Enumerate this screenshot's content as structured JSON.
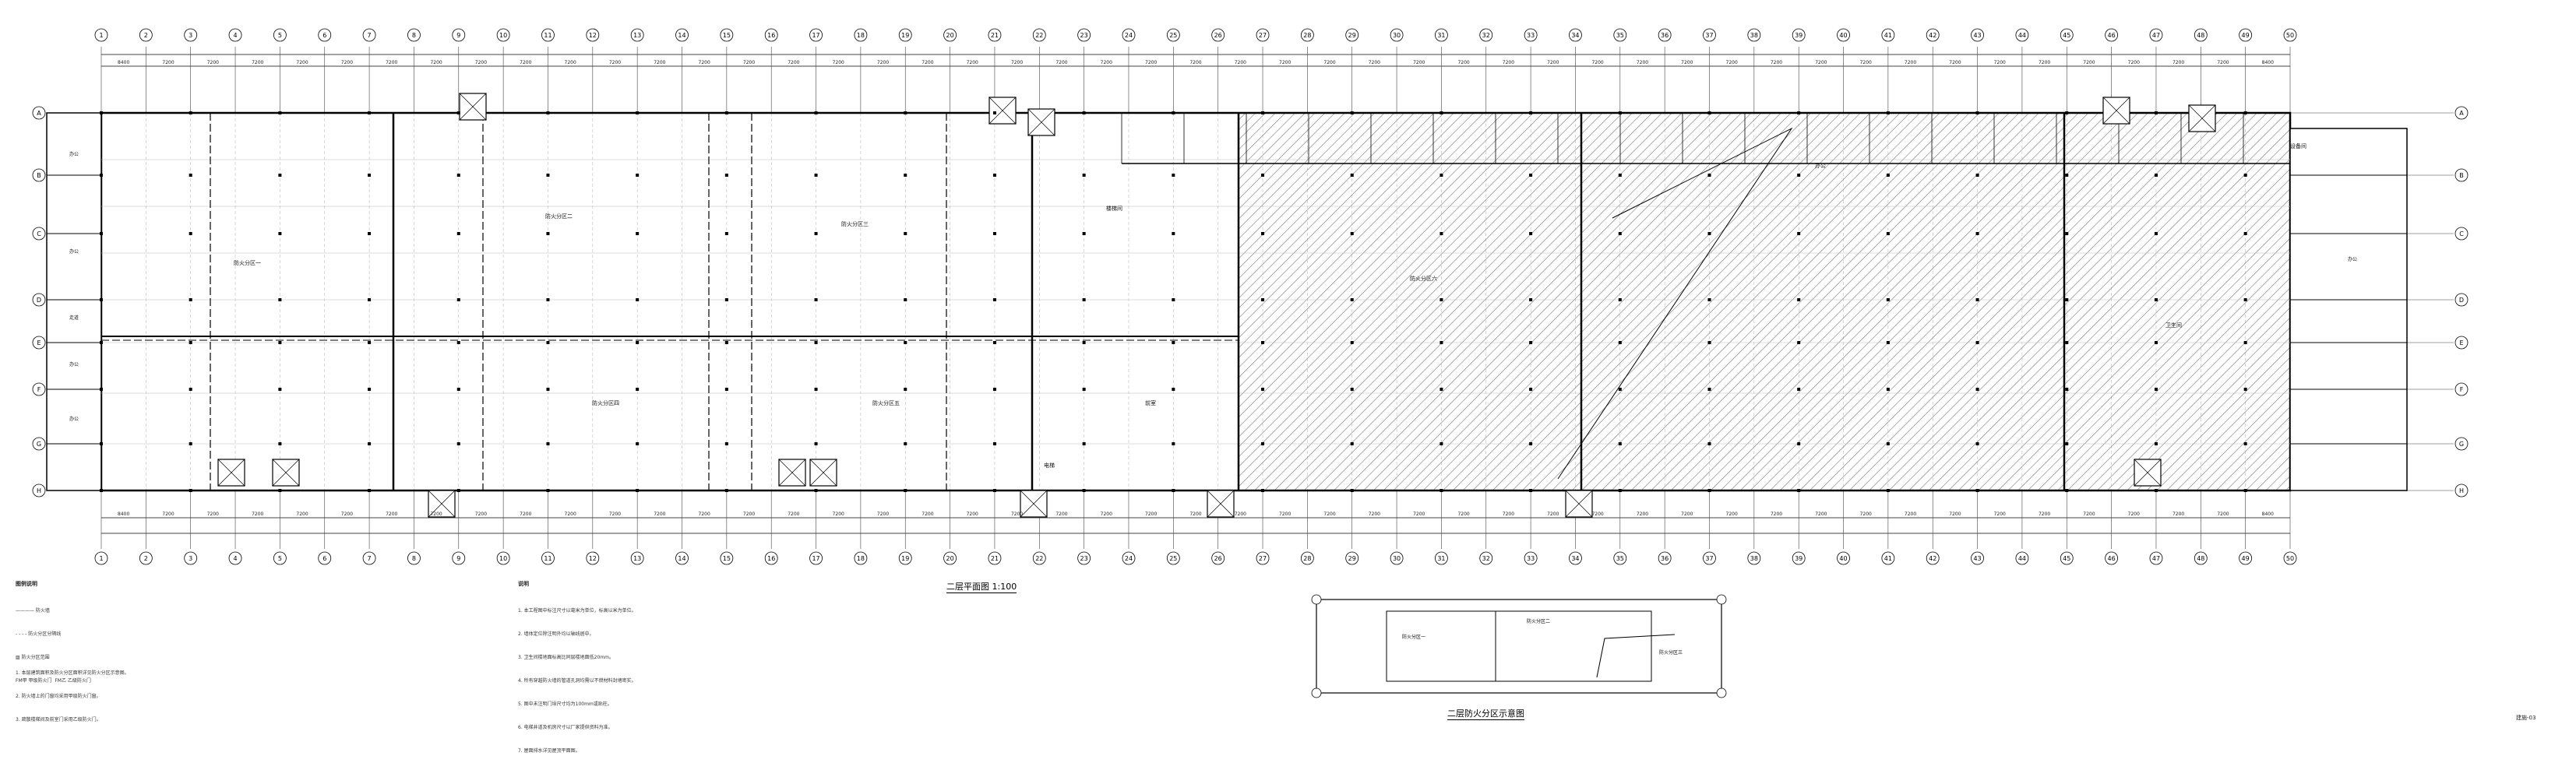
{
  "drawing": {
    "main_plan_title": "二层平面图  1:100",
    "key_plan_title": "二层防火分区示意图",
    "sheet_number": "建施-03",
    "legend_heading": "图例说明",
    "notes_heading": "说明",
    "fill_hatch_color": "#777777",
    "line_color": "#000000",
    "grid_color": "#444444",
    "top_axis_labels": [
      "1",
      "2",
      "3",
      "4",
      "5",
      "6",
      "7",
      "8",
      "9",
      "10",
      "11",
      "12",
      "13",
      "14",
      "15",
      "16",
      "17",
      "18",
      "19",
      "20",
      "21",
      "22",
      "23",
      "24",
      "25",
      "26",
      "27",
      "28",
      "29",
      "30",
      "31",
      "32",
      "33",
      "34",
      "35",
      "36",
      "37",
      "38",
      "39",
      "40",
      "41",
      "42",
      "43",
      "44",
      "45",
      "46",
      "47",
      "48",
      "49",
      "50"
    ],
    "side_axis_labels": [
      "A",
      "B",
      "C",
      "D",
      "E",
      "F",
      "G",
      "H"
    ],
    "spans": [
      "8400",
      "7200",
      "7200",
      "7200",
      "7200",
      "7200",
      "7200",
      "7200",
      "7200",
      "7200",
      "7200",
      "7200",
      "7200",
      "7200",
      "7200",
      "7200",
      "7200",
      "7200",
      "7200",
      "7200",
      "7200",
      "7200",
      "7200",
      "7200",
      "7200",
      "7200",
      "7200",
      "7200",
      "7200",
      "7200",
      "7200",
      "7200",
      "7200",
      "7200",
      "7200",
      "7200",
      "7200",
      "7200",
      "7200",
      "7200",
      "7200",
      "7200",
      "7200",
      "7200",
      "7200",
      "7200",
      "7200",
      "7200",
      "8400"
    ],
    "room_labels": [
      "防火分区一",
      "防火分区二",
      "防火分区三",
      "防火分区四",
      "防火分区五",
      "防火分区六",
      "楼梯间",
      "电梯",
      "前室",
      "卫生间",
      "设备间",
      "办公"
    ],
    "side_room_labels": [
      "办公",
      "办公",
      "走道",
      "办公",
      "办公",
      "办公"
    ],
    "key_plan_labels": [
      "防火分区一",
      "防火分区二",
      "防火分区三"
    ],
    "legend_items": [
      "———— 防火墙",
      "- - - - 防火分区分隔线",
      "▨ 防火分区范围",
      "FM甲 甲级防火门  FM乙 乙级防火门"
    ],
    "notes_left": [
      "1. 本层建筑面积及防火分区面积详见防火分区示意图。",
      "2. 防火墙上的门窗均采用甲级防火门窗。",
      "3. 疏散楼梯间及前室门采用乙级防火门。"
    ],
    "notes_right": [
      "1. 本工程图中标注尺寸以毫米为单位，标高以米为单位。",
      "2. 墙体定位除注明外均以轴线居中。",
      "3. 卫生间楼地面标高比同层楼地面低20mm。",
      "4. 所有穿越防火墙的管道孔洞均需以不燃材料封堵密实。",
      "5. 图中未注明门垛尺寸均为100mm或贴柱。",
      "6. 电梯井道及机房尺寸以厂家提供资料为准。",
      "7. 屋面排水详见屋顶平面图。"
    ]
  }
}
